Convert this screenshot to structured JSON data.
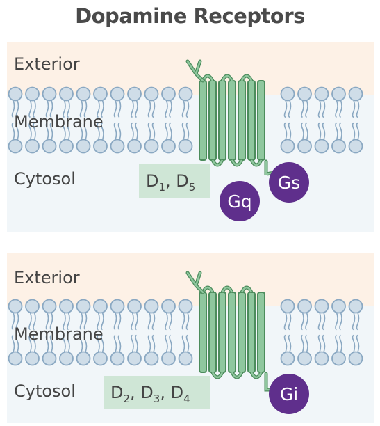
{
  "title": "Dopamine Receptors",
  "panels": [
    {
      "labels": {
        "exterior": "Exterior",
        "membrane": "Membrane",
        "cytosol": "Cytosol"
      },
      "receptors": [
        {
          "letter": "D",
          "sub": "1",
          "sep": ", "
        },
        {
          "letter": "D",
          "sub": "5",
          "sep": ""
        }
      ],
      "proteins": [
        "Gs",
        "Gq"
      ]
    },
    {
      "labels": {
        "exterior": "Exterior",
        "membrane": "Membrane",
        "cytosol": "Cytosol"
      },
      "receptors": [
        {
          "letter": "D",
          "sub": "2",
          "sep": ", "
        },
        {
          "letter": "D",
          "sub": "3",
          "sep": ", "
        },
        {
          "letter": "D",
          "sub": "4",
          "sep": ""
        }
      ],
      "proteins": [
        "Gi"
      ]
    }
  ],
  "colors": {
    "exterior_bg": "#fdf1e6",
    "cytosol_bg": "#f1f6f9",
    "lipid_head_fill": "#cfdde8",
    "lipid_head_stroke": "#8aa8c2",
    "receptor_fill": "#8fc79e",
    "receptor_stroke": "#4c8c5c",
    "label_box": "#cfe6d6",
    "g_protein": "#5f2f8c",
    "text": "#444444"
  },
  "icons": [
    "lipid-bilayer",
    "receptor-helix",
    "g-protein"
  ]
}
